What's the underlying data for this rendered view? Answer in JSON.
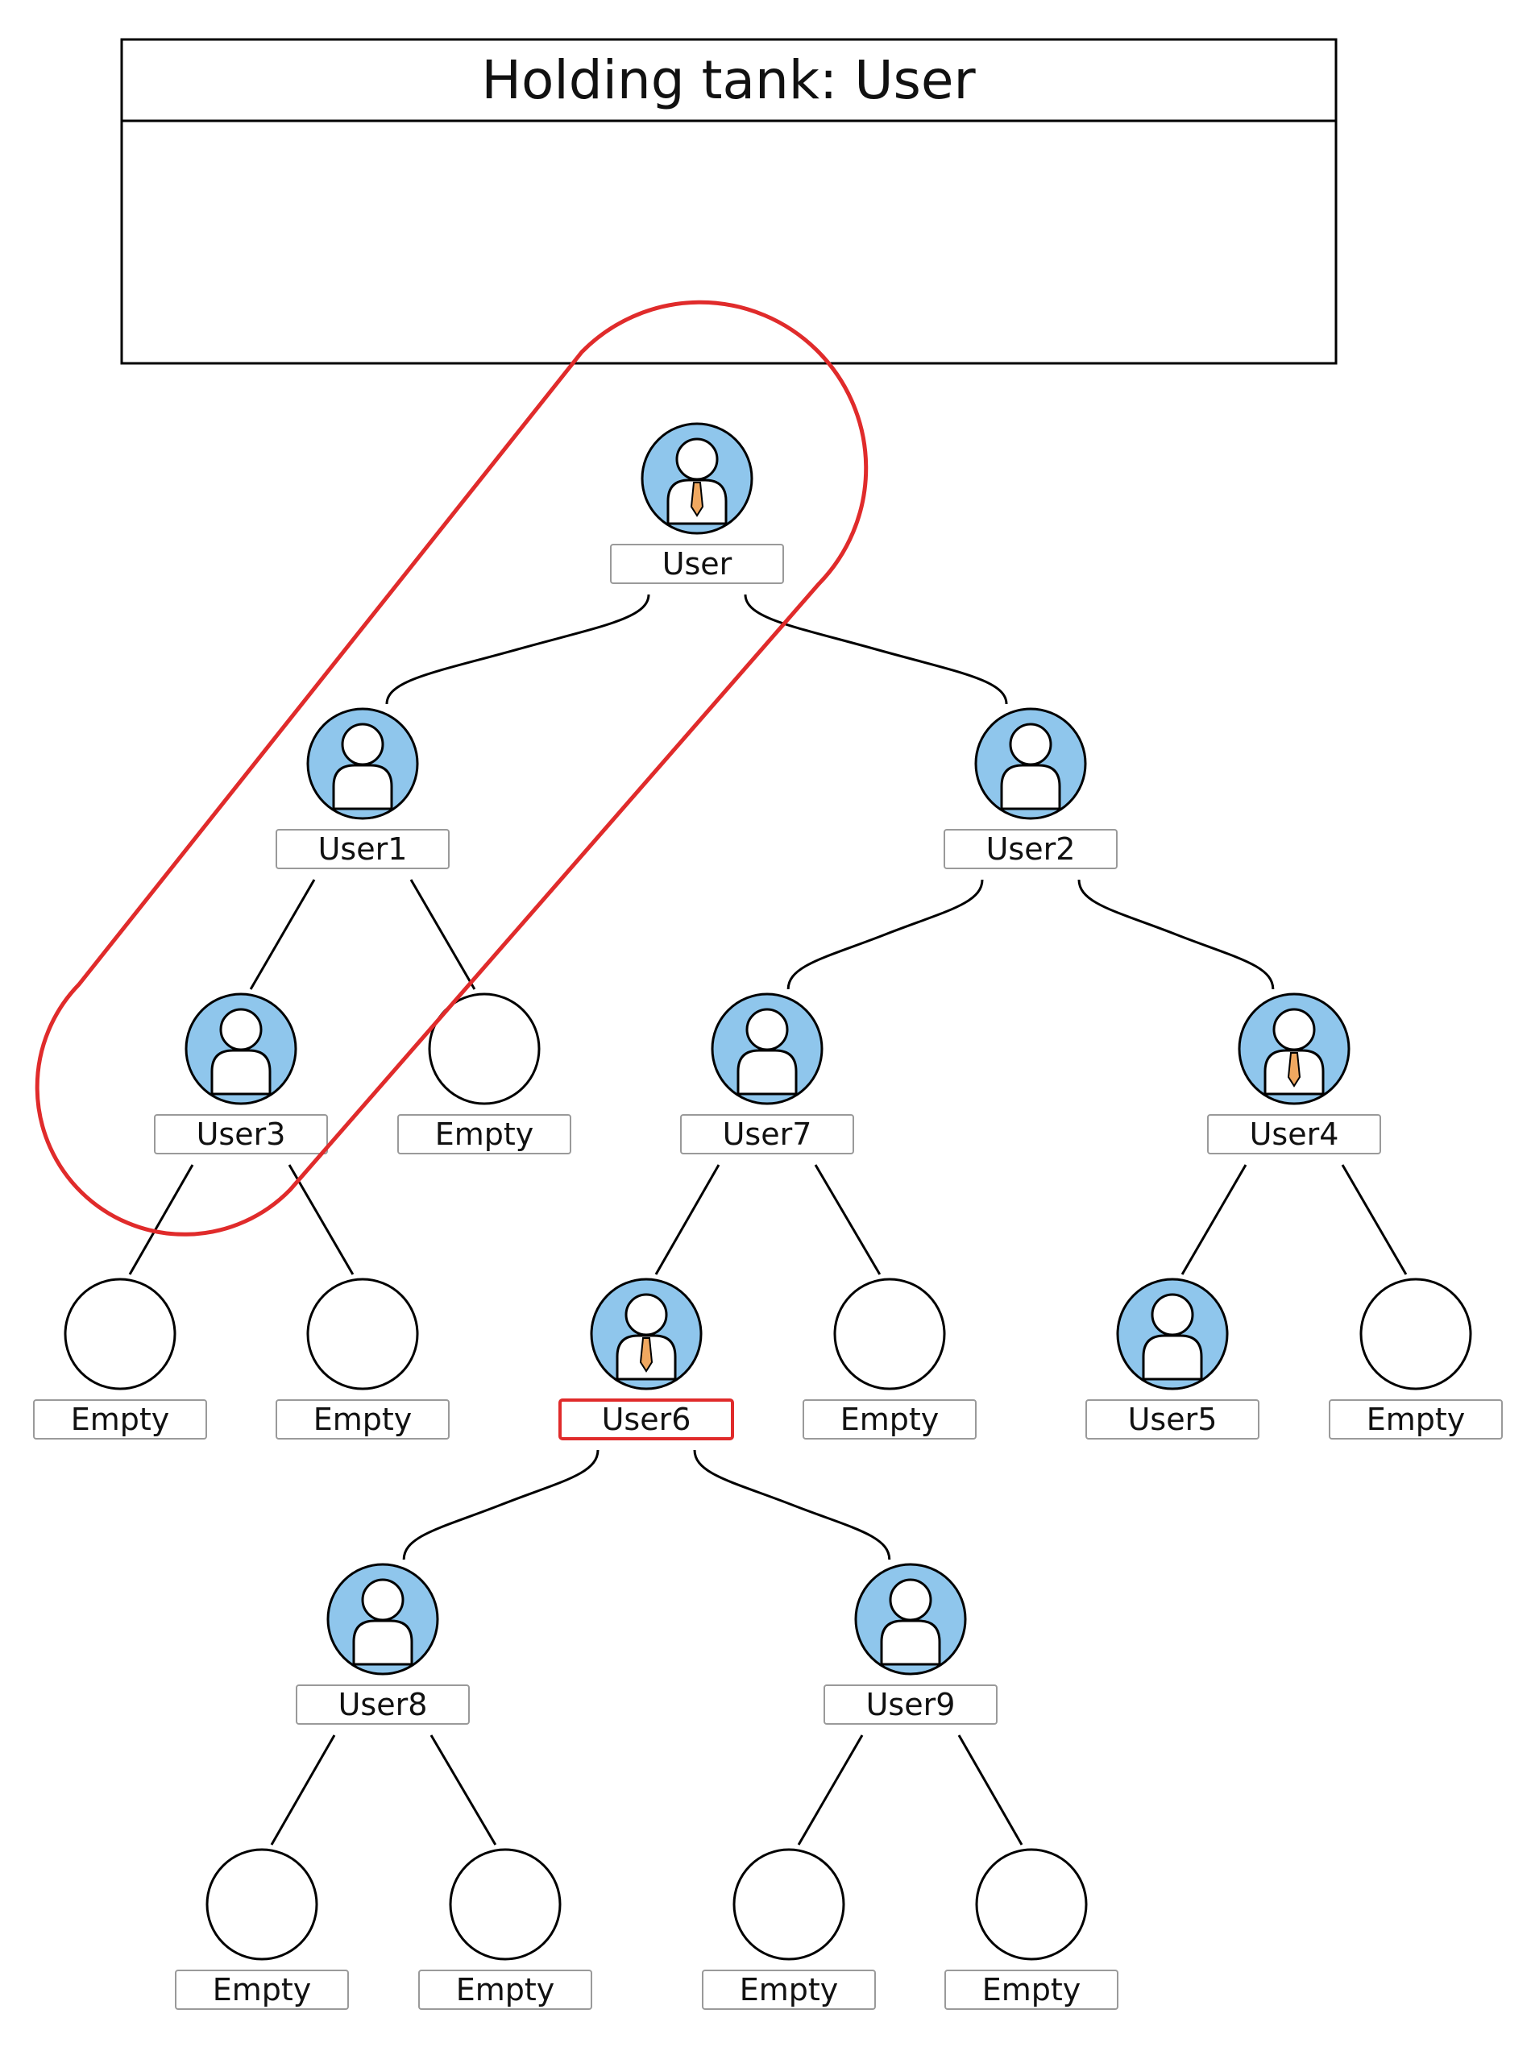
{
  "holding_tank": {
    "title": "Holding tank: User",
    "contents": []
  },
  "colors": {
    "avatar_fill": "#8fc6ec",
    "tie": "#f0a860",
    "highlight": "#e02b2b",
    "line": "#000000",
    "label_border": "#9a9a9a"
  },
  "tree": {
    "nodes": [
      {
        "id": "user",
        "label": "User",
        "kind": "user-tie",
        "parent": null
      },
      {
        "id": "user1",
        "label": "User1",
        "kind": "user",
        "parent": "user"
      },
      {
        "id": "user2",
        "label": "User2",
        "kind": "user",
        "parent": "user"
      },
      {
        "id": "user3",
        "label": "User3",
        "kind": "user",
        "parent": "user1"
      },
      {
        "id": "e1",
        "label": "Empty",
        "kind": "empty",
        "parent": "user1"
      },
      {
        "id": "user7",
        "label": "User7",
        "kind": "user",
        "parent": "user2"
      },
      {
        "id": "user4",
        "label": "User4",
        "kind": "user-tie",
        "parent": "user2"
      },
      {
        "id": "e2",
        "label": "Empty",
        "kind": "empty",
        "parent": "user3"
      },
      {
        "id": "e3",
        "label": "Empty",
        "kind": "empty",
        "parent": "user3"
      },
      {
        "id": "user6",
        "label": "User6",
        "kind": "user-tie",
        "parent": "user7",
        "highlighted": true
      },
      {
        "id": "e4",
        "label": "Empty",
        "kind": "empty",
        "parent": "user7"
      },
      {
        "id": "user5",
        "label": "User5",
        "kind": "user",
        "parent": "user4"
      },
      {
        "id": "e5",
        "label": "Empty",
        "kind": "empty",
        "parent": "user4"
      },
      {
        "id": "user8",
        "label": "User8",
        "kind": "user",
        "parent": "user6"
      },
      {
        "id": "user9",
        "label": "User9",
        "kind": "user",
        "parent": "user6"
      },
      {
        "id": "e6",
        "label": "Empty",
        "kind": "empty",
        "parent": "user8"
      },
      {
        "id": "e7",
        "label": "Empty",
        "kind": "empty",
        "parent": "user8"
      },
      {
        "id": "e8",
        "label": "Empty",
        "kind": "empty",
        "parent": "user9"
      },
      {
        "id": "e9",
        "label": "Empty",
        "kind": "empty",
        "parent": "user9"
      }
    ],
    "highlighted_path": [
      "user",
      "user1",
      "user3"
    ]
  }
}
